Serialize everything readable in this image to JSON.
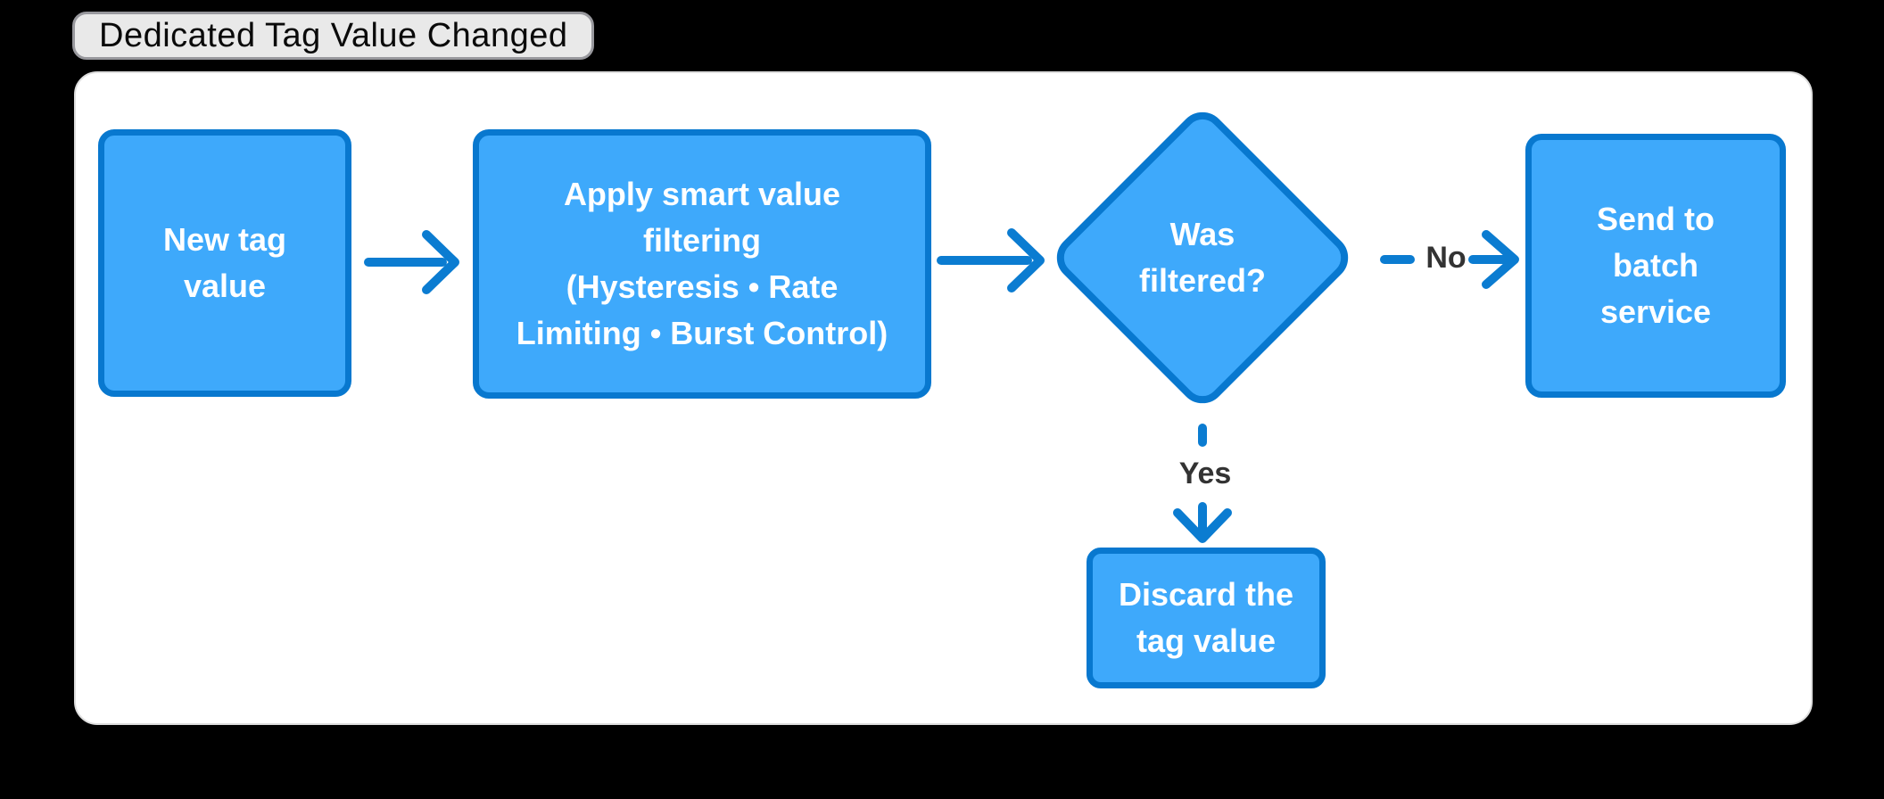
{
  "header": {
    "title": "Dedicated Tag Value Changed"
  },
  "flowchart": {
    "nodes": [
      {
        "id": "new-tag-value",
        "shape": "process",
        "label": "New tag value",
        "lines": [
          "New tag",
          "value"
        ]
      },
      {
        "id": "apply-smart-filtering",
        "shape": "process",
        "label": "Apply smart value filtering (Hysteresis • Rate Limiting • Burst Control)",
        "lines": [
          "Apply smart value",
          "filtering",
          "(Hysteresis • Rate",
          "Limiting • Burst Control)"
        ]
      },
      {
        "id": "was-filtered",
        "shape": "decision",
        "label": "Was filtered?",
        "lines": [
          "Was",
          "filtered?"
        ]
      },
      {
        "id": "send-to-batch-service",
        "shape": "process",
        "label": "Send to batch service",
        "lines": [
          "Send to",
          "batch",
          "service"
        ]
      },
      {
        "id": "discard-tag-value",
        "shape": "process",
        "label": "Discard the tag value",
        "lines": [
          "Discard the",
          "tag value"
        ]
      }
    ],
    "edges": [
      {
        "from": "new-tag-value",
        "to": "apply-smart-filtering",
        "label": "",
        "style": "solid-arrow"
      },
      {
        "from": "apply-smart-filtering",
        "to": "was-filtered",
        "label": "",
        "style": "solid-arrow"
      },
      {
        "from": "was-filtered",
        "to": "send-to-batch-service",
        "label": "No",
        "style": "dashed-arrow"
      },
      {
        "from": "was-filtered",
        "to": "discard-tag-value",
        "label": "Yes",
        "style": "dashed-arrow"
      }
    ],
    "colors": {
      "node_fill": "#3EA9FB",
      "node_border": "#0878CF",
      "connector": "#0B7CD1",
      "node_text": "#FFFFFF",
      "edge_label_text": "#333333",
      "title_text": "#0A0A0A",
      "title_badge_bg": "#E9E9E9",
      "title_badge_border": "#98989D",
      "canvas_bg": "#FFFFFF",
      "page_bg": "#000000"
    }
  }
}
